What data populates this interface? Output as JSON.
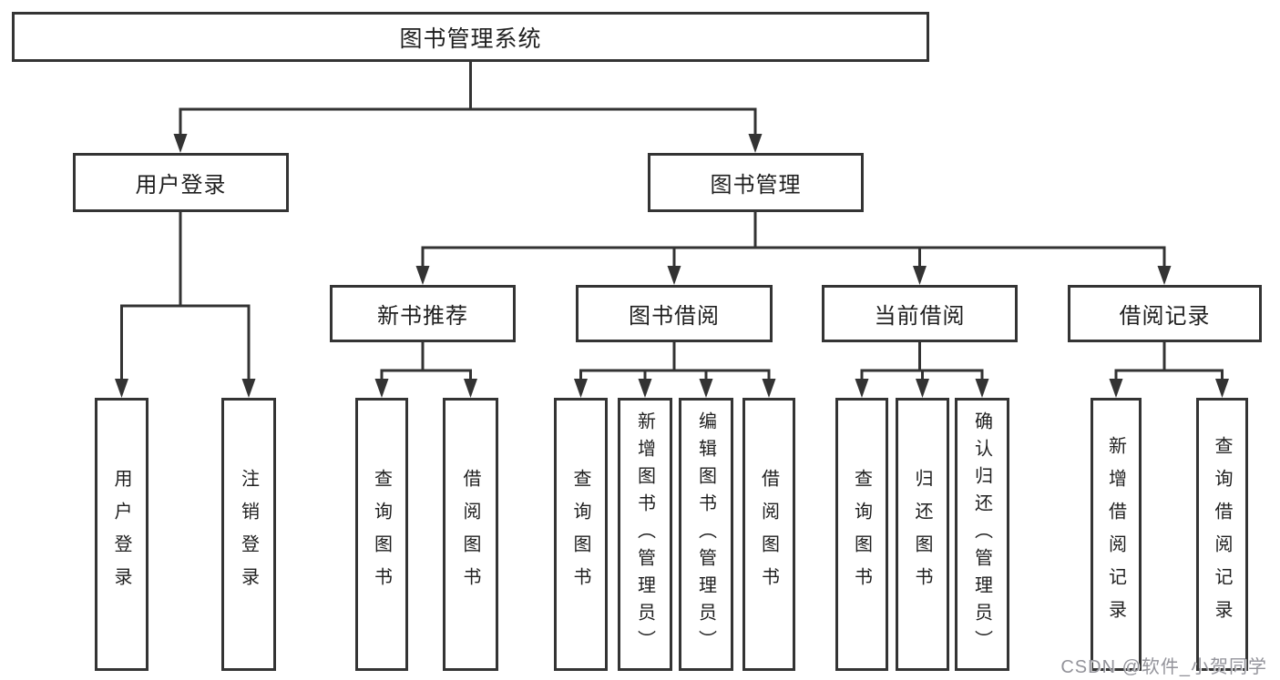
{
  "tree": {
    "label": "图书管理系统",
    "children": [
      {
        "label": "用户登录",
        "children": [
          {
            "label": "用户登录"
          },
          {
            "label": "注销登录"
          }
        ]
      },
      {
        "label": "图书管理",
        "children": [
          {
            "label": "新书推荐",
            "children": [
              {
                "label": "查询图书"
              },
              {
                "label": "借阅图书"
              }
            ]
          },
          {
            "label": "图书借阅",
            "children": [
              {
                "label": "查询图书"
              },
              {
                "label": "新增图书（管理员）"
              },
              {
                "label": "编辑图书（管理员）"
              },
              {
                "label": "借阅图书"
              }
            ]
          },
          {
            "label": "当前借阅",
            "children": [
              {
                "label": "查询图书"
              },
              {
                "label": "归还图书"
              },
              {
                "label": "确认归还（管理员）"
              }
            ]
          },
          {
            "label": "借阅记录",
            "children": [
              {
                "label": "新增借阅记录"
              },
              {
                "label": "查询借阅记录"
              }
            ]
          }
        ]
      }
    ]
  },
  "watermark": {
    "text": "CSDN @软件_小贺同学",
    "color": "#93939a"
  },
  "colors": {
    "line": "#333333",
    "border": "#343434",
    "background": "#ffffff",
    "text": "#1f1f1f"
  }
}
